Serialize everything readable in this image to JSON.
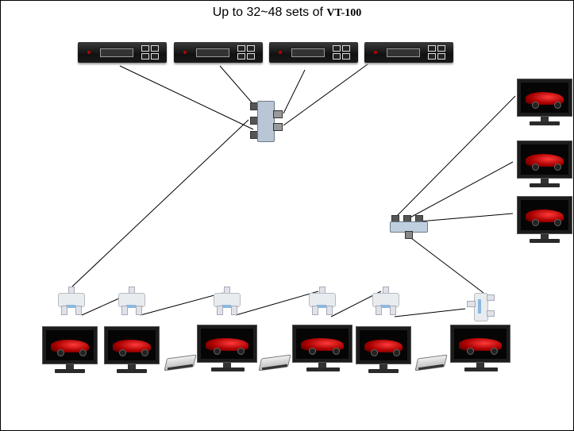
{
  "title": {
    "prefix": "Up to 32~48 sets of ",
    "model": "VT-100"
  },
  "devices": {
    "vt100_units": [
      {
        "name": "VT-100 unit 1"
      },
      {
        "name": "VT-100 unit 2"
      },
      {
        "name": "VT-100 unit 3"
      },
      {
        "name": "VT-100 unit 4"
      }
    ],
    "combiner_4way": {
      "name": "4-way combiner"
    },
    "splitter_3way": {
      "name": "3-way splitter"
    },
    "right_tvs": [
      {
        "name": "TV right 1",
        "screen": "red sports car"
      },
      {
        "name": "TV right 2",
        "screen": "red sports car"
      },
      {
        "name": "TV right 3",
        "screen": "red sports car"
      }
    ],
    "bottom_tvs": [
      {
        "name": "TV bottom 1",
        "screen": "red sports car"
      },
      {
        "name": "TV bottom 2",
        "screen": "red sports car"
      },
      {
        "name": "TV bottom 3",
        "screen": "red sports car"
      },
      {
        "name": "TV bottom 4",
        "screen": "red sports car"
      },
      {
        "name": "TV bottom 5",
        "screen": "red sports car"
      },
      {
        "name": "TV bottom 6",
        "screen": "red sports car"
      }
    ],
    "tap_splitters": [
      {
        "name": "tap 1"
      },
      {
        "name": "tap 2"
      },
      {
        "name": "tap 3"
      },
      {
        "name": "tap 4"
      },
      {
        "name": "tap 5"
      },
      {
        "name": "tap 6"
      }
    ],
    "set_top_boxes": [
      {
        "name": "set-top box 1"
      },
      {
        "name": "set-top box 2"
      },
      {
        "name": "set-top box 3"
      }
    ]
  },
  "colors": {
    "wire": "#000000",
    "screen_car": "#c8161b",
    "background": "#ffffff"
  }
}
